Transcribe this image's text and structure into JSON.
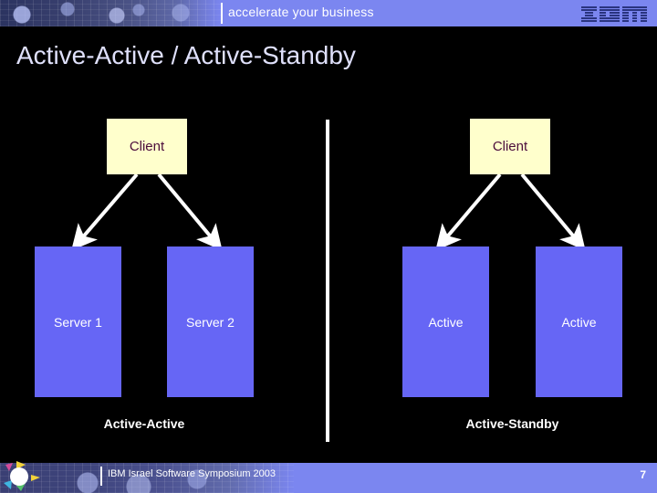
{
  "header": {
    "tagline": "accelerate your business",
    "logo_name": "IBM",
    "band_color": "#7b86f0"
  },
  "title": "Active-Active / Active-Standby",
  "diagram": {
    "divider_color": "#ffffff",
    "client_box_color": "#ffffcc",
    "client_text_color": "#4b0c3b",
    "server_box_color": "#6666f5",
    "server_text_color": "#ffffff",
    "arrow_color": "#ffffff",
    "groups": [
      {
        "id": "active-active",
        "caption": "Active-Active",
        "client": {
          "label": "Client"
        },
        "servers": [
          {
            "label": "Server 1"
          },
          {
            "label": "Server 2"
          }
        ]
      },
      {
        "id": "active-standby",
        "caption": "Active-Standby",
        "client": {
          "label": "Client"
        },
        "servers": [
          {
            "label": "Active"
          },
          {
            "label": "Active"
          }
        ]
      }
    ]
  },
  "footer": {
    "text": "IBM Israel Software Symposium 2003",
    "page_number": "7",
    "band_color": "#7b86f0"
  }
}
